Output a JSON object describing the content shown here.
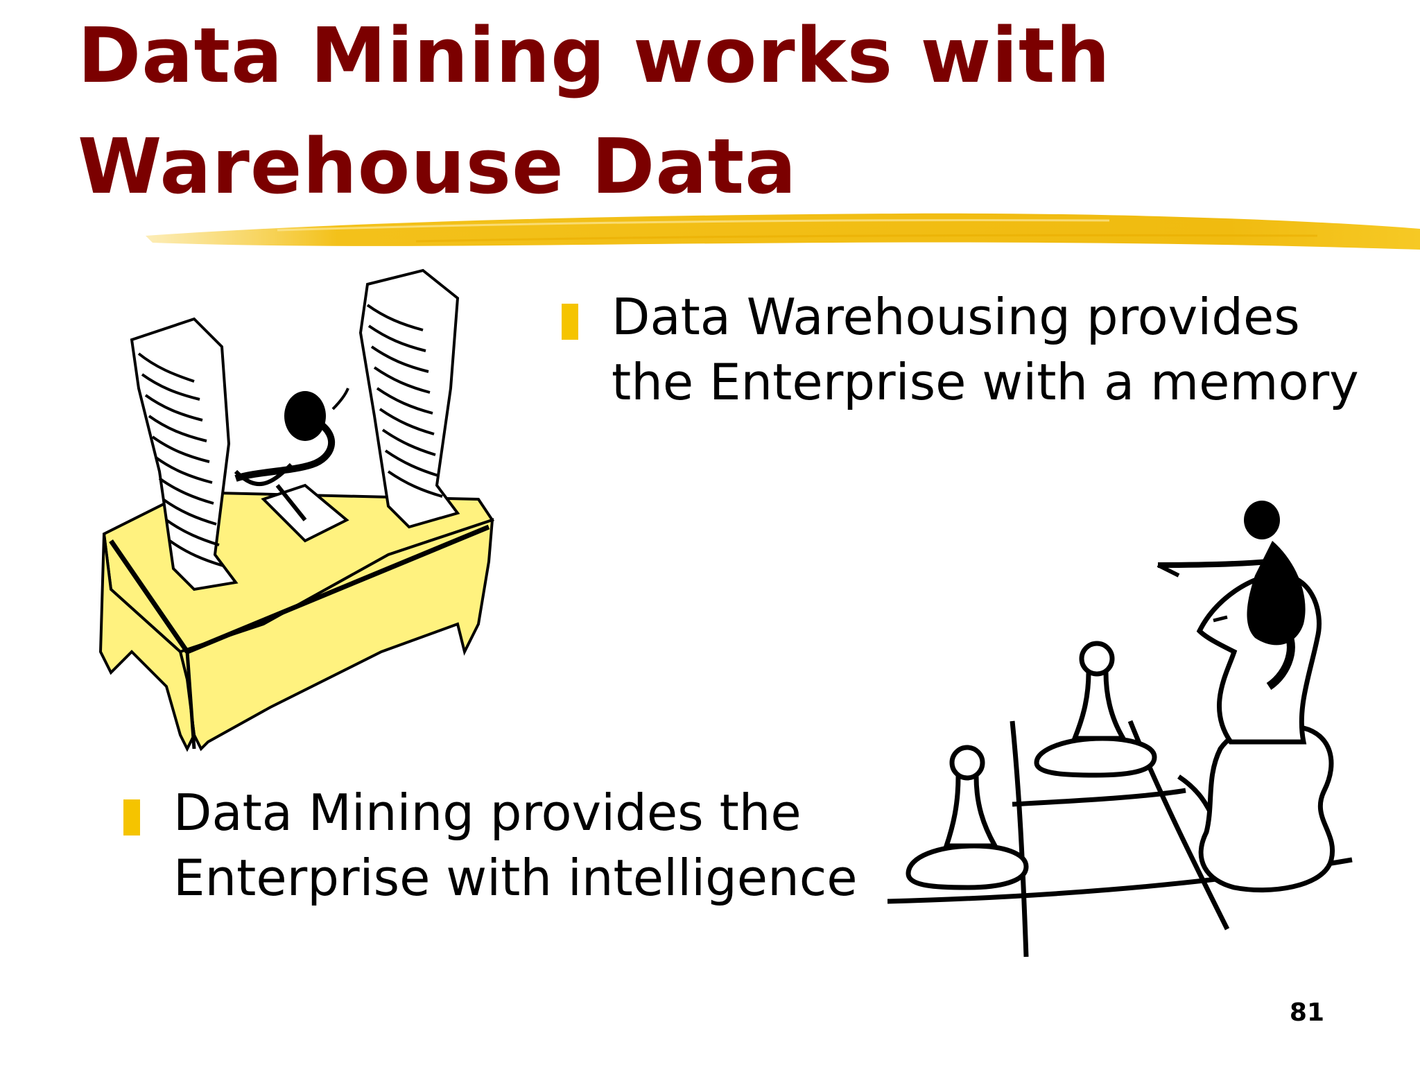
{
  "slide": {
    "title_line1": "Data Mining works with",
    "title_line2": "Warehouse Data",
    "bullets": [
      {
        "line1": "Data Warehousing provides",
        "line2": "the Enterprise with a memory"
      },
      {
        "line1": "Data Mining provides the",
        "line2": "Enterprise with intelligence"
      }
    ],
    "page_number": "81"
  },
  "colors": {
    "title": "#7b0000",
    "accent": "#f5c400",
    "table": "#fff27f"
  },
  "icons": {
    "clipart1": "person-at-desk-with-paper-stacks-icon",
    "clipart2": "person-on-chess-knight-icon"
  }
}
